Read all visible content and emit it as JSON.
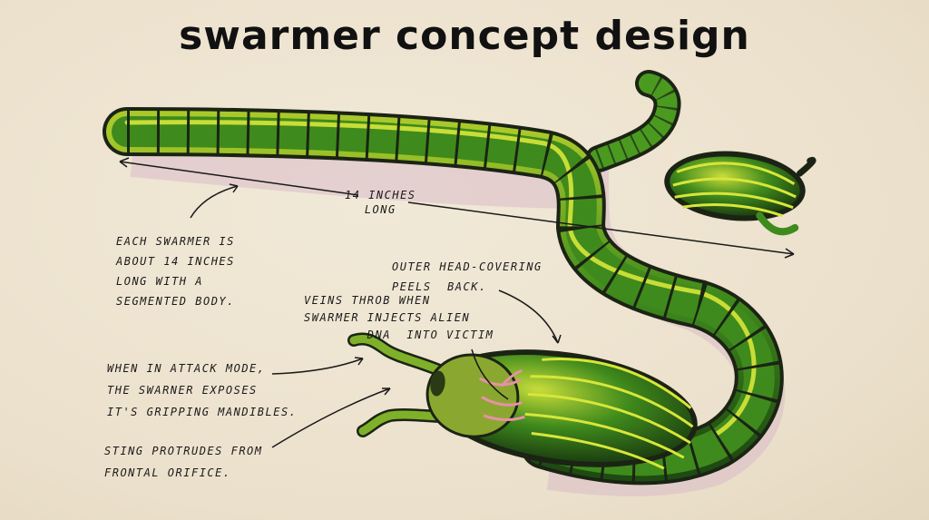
{
  "title": "swarmer concept design",
  "annotations": {
    "length": "14 INCHES\nLONG",
    "each_swarmer": "EACH SWARMER IS\nABOUT 14 INCHES\nLONG WITH A\nSEGMENTED BODY.",
    "head_covering": "OUTER HEAD-COVERING\nPEELS  BACK.",
    "veins": "VEINS THROB WHEN\nSWARMER INJECTS ALIEN\n        DNA  INTO VICTIM",
    "attack_mode": "WHEN IN ATTACK MODE,\nTHE SWARNER EXPOSES\nIT'S GRIPPING MANDIBLES.",
    "sting": "STING PROTRUDES FROM\nFRONTAL ORIFICE."
  },
  "colors": {
    "body": "#3f8a1c",
    "highlight": "#d7e63a",
    "outline": "#1b2414",
    "veins": "#e890a8",
    "paper": "#eee4d2"
  }
}
